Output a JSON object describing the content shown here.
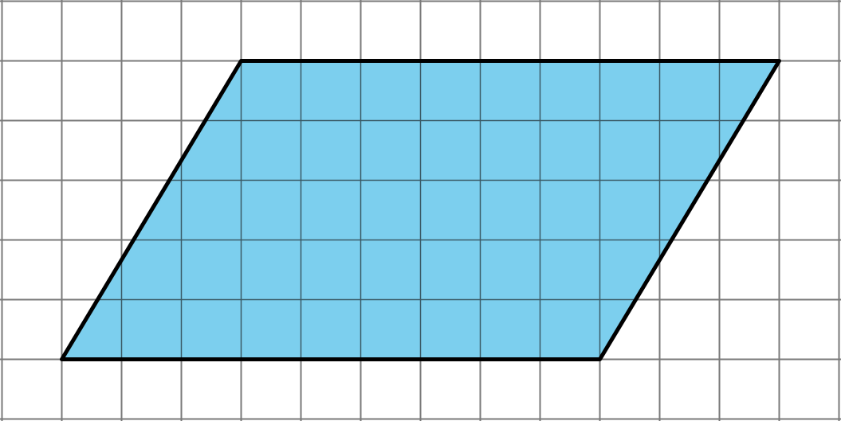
{
  "diagram": {
    "grid": {
      "columns": 14,
      "rows": 7,
      "line_color": "#7a7a7a",
      "background_color": "#ffffff"
    },
    "parallelogram": {
      "vertices_grid_units": [
        [
          1,
          6
        ],
        [
          10,
          6
        ],
        [
          13,
          1
        ],
        [
          4,
          1
        ]
      ],
      "base_units": 9,
      "height_units": 5,
      "fill_color": "#7ccfee",
      "interior_grid_color": "#3a5a66",
      "outline_color": "#000000"
    }
  }
}
